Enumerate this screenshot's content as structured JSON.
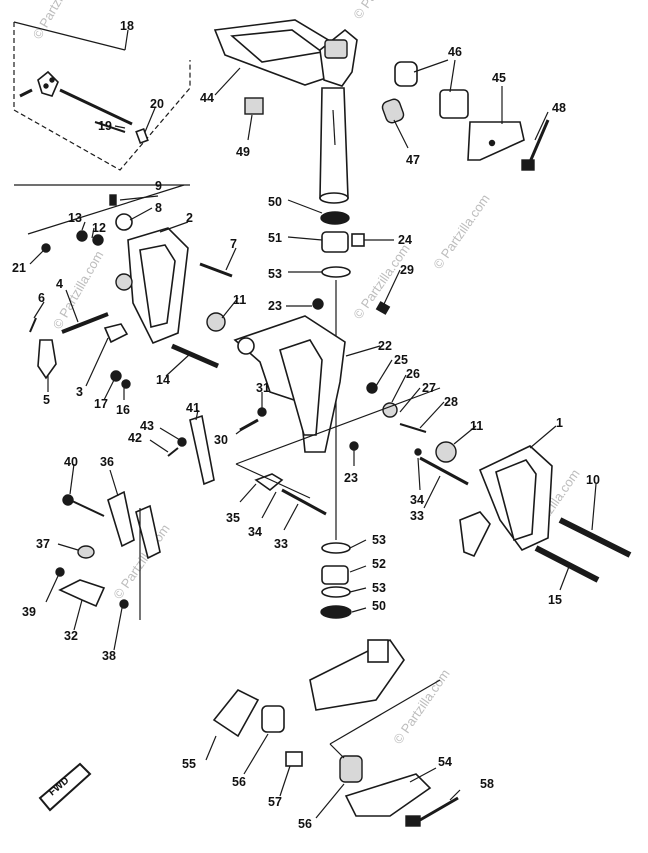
{
  "diagram": {
    "watermark": "© Partzilla.com",
    "fwd_label": "FWD",
    "callouts": [
      {
        "id": "c1",
        "label": "1"
      },
      {
        "id": "c2",
        "label": "2"
      },
      {
        "id": "c3",
        "label": "3"
      },
      {
        "id": "c4",
        "label": "4"
      },
      {
        "id": "c5",
        "label": "5"
      },
      {
        "id": "c6",
        "label": "6"
      },
      {
        "id": "c7",
        "label": "7"
      },
      {
        "id": "c8",
        "label": "8"
      },
      {
        "id": "c9",
        "label": "9"
      },
      {
        "id": "c10",
        "label": "10"
      },
      {
        "id": "c11a",
        "label": "11"
      },
      {
        "id": "c11b",
        "label": "11"
      },
      {
        "id": "c12",
        "label": "12"
      },
      {
        "id": "c13",
        "label": "13"
      },
      {
        "id": "c14",
        "label": "14"
      },
      {
        "id": "c15",
        "label": "15"
      },
      {
        "id": "c16",
        "label": "16"
      },
      {
        "id": "c17",
        "label": "17"
      },
      {
        "id": "c18",
        "label": "18"
      },
      {
        "id": "c19",
        "label": "19"
      },
      {
        "id": "c20",
        "label": "20"
      },
      {
        "id": "c21",
        "label": "21"
      },
      {
        "id": "c22",
        "label": "22"
      },
      {
        "id": "c23a",
        "label": "23"
      },
      {
        "id": "c23b",
        "label": "23"
      },
      {
        "id": "c24",
        "label": "24"
      },
      {
        "id": "c25",
        "label": "25"
      },
      {
        "id": "c26",
        "label": "26"
      },
      {
        "id": "c27",
        "label": "27"
      },
      {
        "id": "c28",
        "label": "28"
      },
      {
        "id": "c29",
        "label": "29"
      },
      {
        "id": "c30",
        "label": "30"
      },
      {
        "id": "c31",
        "label": "31"
      },
      {
        "id": "c32",
        "label": "32"
      },
      {
        "id": "c33a",
        "label": "33"
      },
      {
        "id": "c33b",
        "label": "33"
      },
      {
        "id": "c34a",
        "label": "34"
      },
      {
        "id": "c34b",
        "label": "34"
      },
      {
        "id": "c35",
        "label": "35"
      },
      {
        "id": "c36",
        "label": "36"
      },
      {
        "id": "c37",
        "label": "37"
      },
      {
        "id": "c38",
        "label": "38"
      },
      {
        "id": "c39",
        "label": "39"
      },
      {
        "id": "c40",
        "label": "40"
      },
      {
        "id": "c41",
        "label": "41"
      },
      {
        "id": "c42",
        "label": "42"
      },
      {
        "id": "c43",
        "label": "43"
      },
      {
        "id": "c44",
        "label": "44"
      },
      {
        "id": "c45",
        "label": "45"
      },
      {
        "id": "c46",
        "label": "46"
      },
      {
        "id": "c47",
        "label": "47"
      },
      {
        "id": "c48",
        "label": "48"
      },
      {
        "id": "c49",
        "label": "49"
      },
      {
        "id": "c50a",
        "label": "50"
      },
      {
        "id": "c50b",
        "label": "50"
      },
      {
        "id": "c51",
        "label": "51"
      },
      {
        "id": "c52",
        "label": "52"
      },
      {
        "id": "c53a",
        "label": "53"
      },
      {
        "id": "c53b",
        "label": "53"
      },
      {
        "id": "c53c",
        "label": "53"
      },
      {
        "id": "c54",
        "label": "54"
      },
      {
        "id": "c55",
        "label": "55"
      },
      {
        "id": "c56a",
        "label": "56"
      },
      {
        "id": "c56b",
        "label": "56"
      },
      {
        "id": "c57",
        "label": "57"
      },
      {
        "id": "c58",
        "label": "58"
      }
    ]
  }
}
